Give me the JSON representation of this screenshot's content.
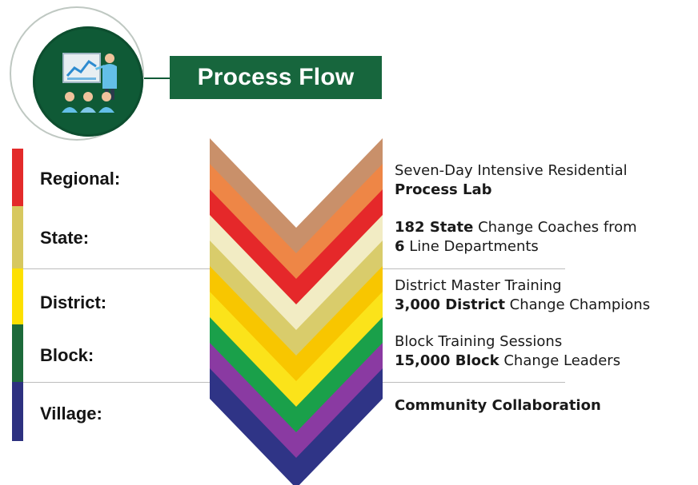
{
  "header": {
    "title": "Process Flow",
    "icon": "presentation-training-icon"
  },
  "colors": {
    "green_dark": "#0f5a36",
    "title_bg": "#17663d",
    "regional": "#e32a2a",
    "state": "#d7c85f",
    "district": "#fde000",
    "block": "#1d6a3a",
    "village": "#2d3180"
  },
  "levels": [
    {
      "label": "Regional:",
      "color": "#e32a2a"
    },
    {
      "label": "State:",
      "color": "#d7c85f"
    },
    {
      "label": "District:",
      "color": "#fde000"
    },
    {
      "label": "Block:",
      "color": "#1d6a3a"
    },
    {
      "label": "Village:",
      "color": "#2d3180"
    }
  ],
  "descriptions": {
    "regional": {
      "line1": "Seven-Day Intensive Residential",
      "line2_bold": "Process Lab"
    },
    "state": {
      "l1_bold": "182 State",
      "l1_rest": " Change Coaches from",
      "l2_bold": "6",
      "l2_rest": " Line Departments"
    },
    "district": {
      "line1": "District Master Training",
      "l2_bold": "3,000 District",
      "l2_rest": " Change Champions"
    },
    "block": {
      "line1": "Block Training Sessions",
      "l2_bold": "15,000 Block",
      "l2_rest": " Change Leaders"
    },
    "village": {
      "line1_bold": "Community Collaboration"
    }
  },
  "chevron_colors": [
    "#c9906a",
    "#ee8646",
    "#e5282a",
    "#f2ecc4",
    "#d9cc6b",
    "#f8c600",
    "#fbe31a",
    "#1aa04a",
    "#8a3aa2",
    "#2f3486"
  ]
}
